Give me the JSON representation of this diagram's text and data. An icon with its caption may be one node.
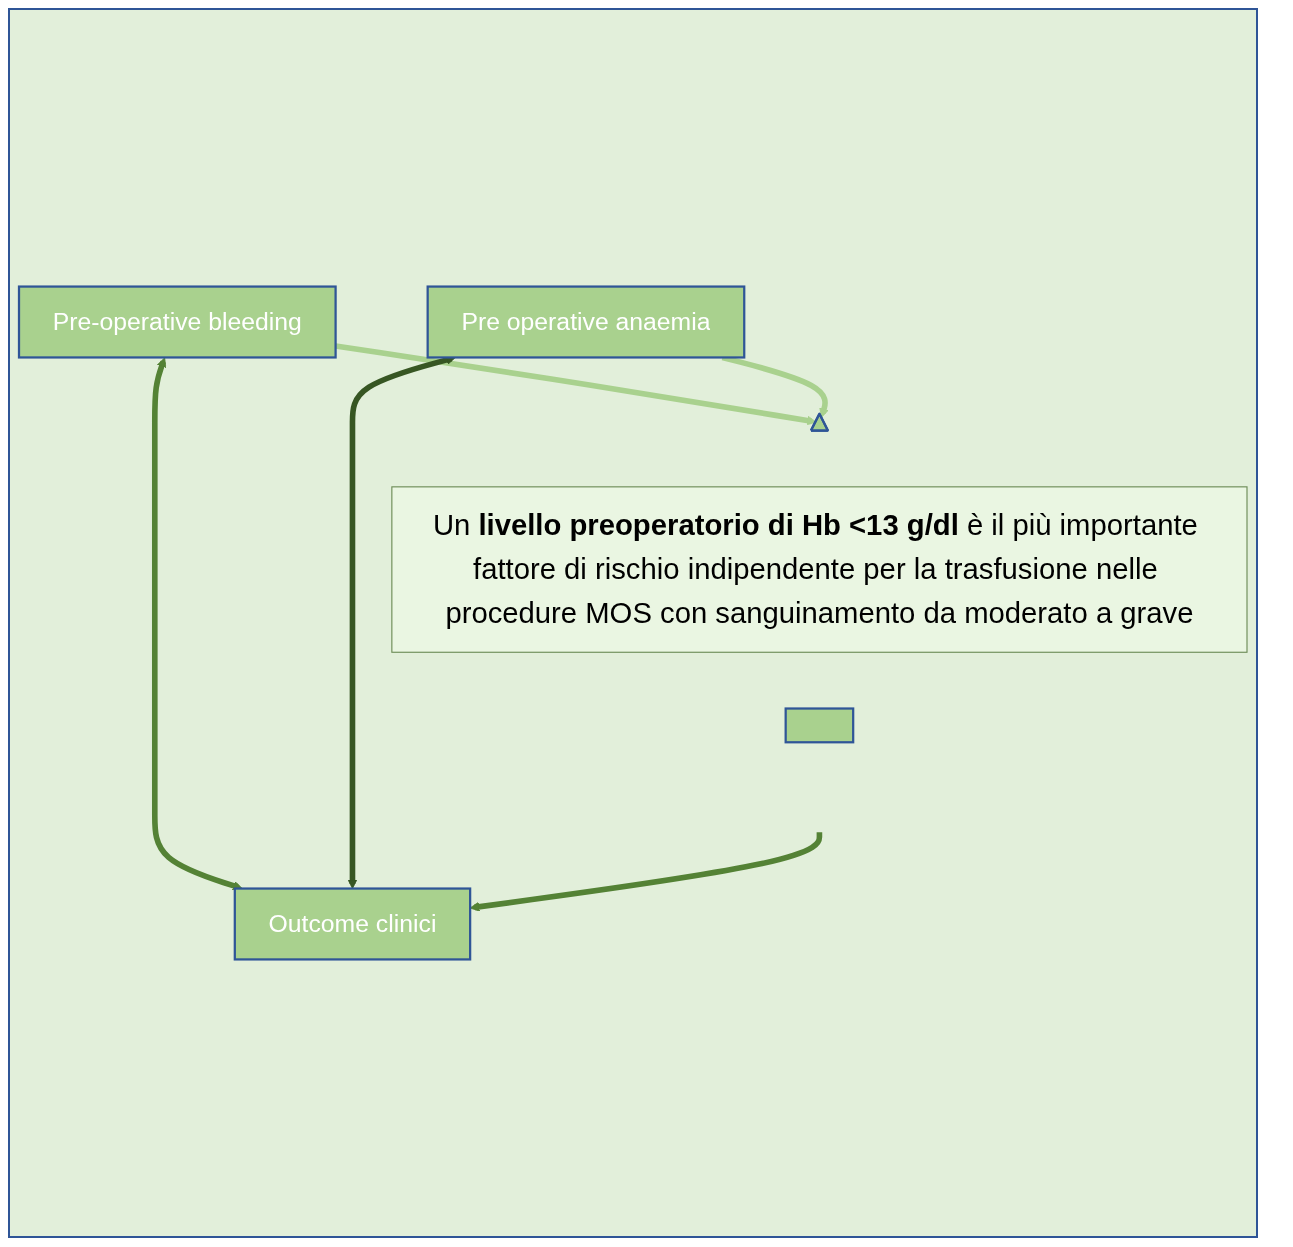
{
  "diagram": {
    "nodes": [
      {
        "text": [
          "Pre-operative bleeding"
        ]
      },
      {
        "text": [
          "Pre operative anaemia"
        ]
      },
      {
        "text": [],
        "shape": "triangle"
      },
      {
        "text": [],
        "shape": "box"
      },
      {
        "text": [
          "Un **livello preoperatorio di Hb <13 g/dl** è il più importante fattore di rischio indipendente per la trasfusione nelle procedure MOS con sanguinamento da moderato a grave"
        ]
      },
      {
        "text": [
          "Outcome clinici"
        ]
      }
    ],
    "edges": [
      {
        "from": 0,
        "to": 2,
        "arrow": "to",
        "color": "#a9d18e"
      },
      {
        "from": 1,
        "to": 2,
        "arrow": "to",
        "color": "#a9d18e"
      },
      {
        "from": 5,
        "to": 0,
        "arrow": "both",
        "color": "#548235"
      },
      {
        "from": 5,
        "to": 1,
        "arrow": "both",
        "color": "#375623"
      },
      {
        "from": null,
        "to": 5,
        "arrow": "to",
        "color": "#548235"
      }
    ]
  }
}
